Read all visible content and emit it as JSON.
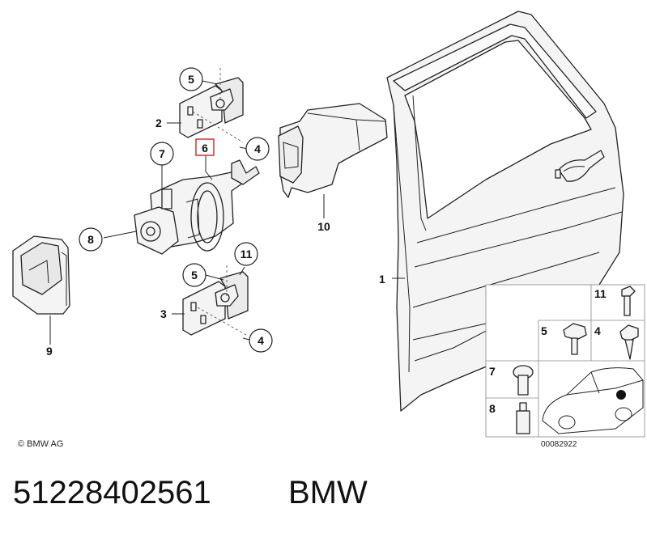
{
  "callouts": {
    "c1": "1",
    "c2": "2",
    "c3": "3",
    "c4a": "4",
    "c4b": "4",
    "c5a": "5",
    "c5b": "5",
    "c6": "6",
    "c7": "7",
    "c8": "8",
    "c9": "9",
    "c10": "10",
    "c11": "11"
  },
  "inset": {
    "k11": "11",
    "k5": "5",
    "k4": "4",
    "k7": "7",
    "k8": "8",
    "image_number": "00082922"
  },
  "copyright": "© BMW AG",
  "footer": {
    "part_number": "51228402561",
    "brand": "BMW"
  },
  "colors": {
    "highlight": "#d02020",
    "ink": "#222222"
  }
}
